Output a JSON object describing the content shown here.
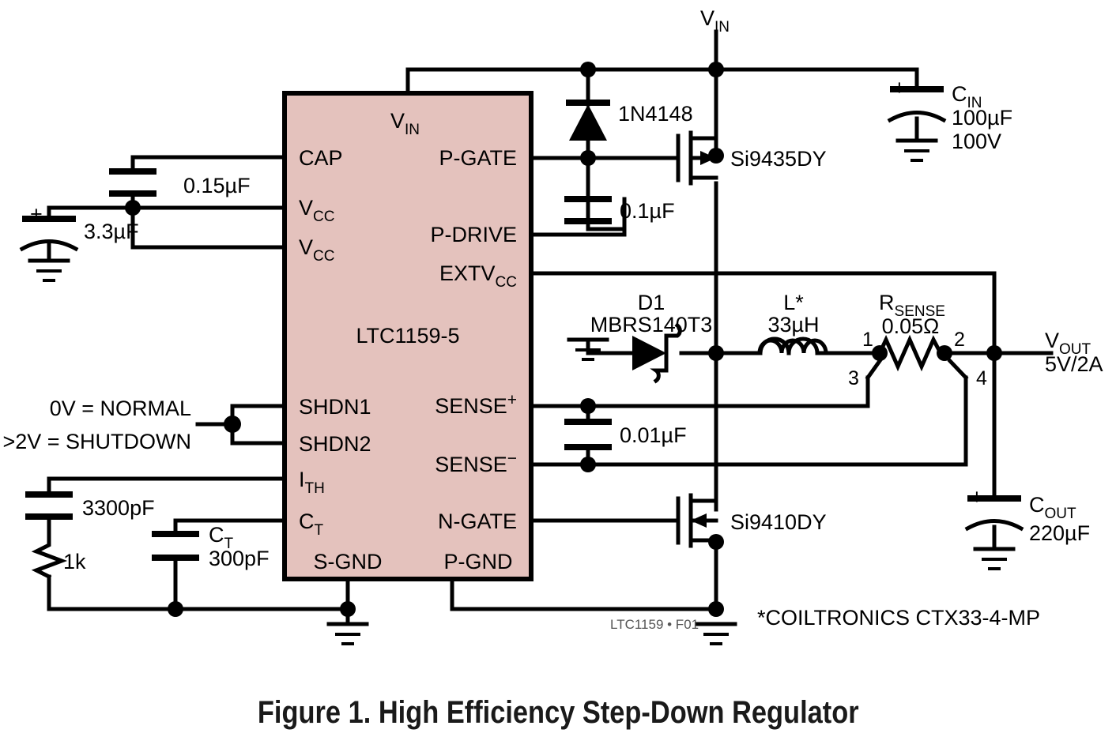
{
  "figure": {
    "caption": "Figure 1. High Efficiency Step-Down Regulator",
    "doc_ref": "LTC1159 • F01",
    "footnote": "*COILTRONICS CTX33-4-MP"
  },
  "ic": {
    "part_number": "LTC1159-5",
    "top_pin": {
      "label": "V",
      "sub": "IN"
    },
    "left_pins": [
      {
        "label": "CAP",
        "sub": ""
      },
      {
        "label": "V",
        "sub": "CC"
      },
      {
        "label": "V",
        "sub": "CC"
      },
      {
        "label": "SHDN1",
        "sub": ""
      },
      {
        "label": "SHDN2",
        "sub": ""
      },
      {
        "label": "I",
        "sub": "TH"
      },
      {
        "label": "C",
        "sub": "T"
      }
    ],
    "right_pins": [
      {
        "label": "P-GATE",
        "sub": ""
      },
      {
        "label": "P-DRIVE",
        "sub": ""
      },
      {
        "label": "EXTV",
        "sub": "CC"
      },
      {
        "label": "SENSE",
        "sup": "+"
      },
      {
        "label": "SENSE",
        "sup": "−"
      },
      {
        "label": "N-GATE",
        "sub": ""
      }
    ],
    "bottom_pins": [
      {
        "label": "S-GND"
      },
      {
        "label": "P-GND"
      }
    ]
  },
  "rails": {
    "vin": {
      "label": "V",
      "sub": "IN"
    },
    "vout": {
      "label": "V",
      "sub": "OUT",
      "spec": "5V/2A"
    }
  },
  "components": {
    "c_cap": {
      "value": "0.15µF"
    },
    "c_vcc": {
      "value": "3.3µF",
      "polarity": "+"
    },
    "c_boost": {
      "value": "0.1µF"
    },
    "c_sense": {
      "value": "0.01µF"
    },
    "c_ith": {
      "value": "3300pF"
    },
    "r_ith": {
      "value": "1k"
    },
    "c_t": {
      "label": "C",
      "sub": "T",
      "value": "300pF"
    },
    "c_in": {
      "label": "C",
      "sub": "IN",
      "value": "100µF",
      "voltage": "100V",
      "polarity": "+"
    },
    "c_out": {
      "label": "C",
      "sub": "OUT",
      "value": "220µF",
      "polarity": "+"
    },
    "d_boost": {
      "value": "1N4148"
    },
    "d1": {
      "ref": "D1",
      "value": "MBRS140T3"
    },
    "q_top": {
      "value": "Si9435DY"
    },
    "q_bot": {
      "value": "Si9410DY"
    },
    "inductor": {
      "label": "L*",
      "value": "33µH"
    },
    "r_sense": {
      "label": "R",
      "sub": "SENSE",
      "value": "0.05Ω",
      "terminals": [
        "1",
        "2",
        "3",
        "4"
      ]
    }
  },
  "annotations": {
    "shutdown_line1": "0V = NORMAL",
    "shutdown_line2": ">2V = SHUTDOWN"
  },
  "colors": {
    "ic_fill": "#e4c2bd",
    "wire": "#000000",
    "caption": "#1a1a1a"
  }
}
